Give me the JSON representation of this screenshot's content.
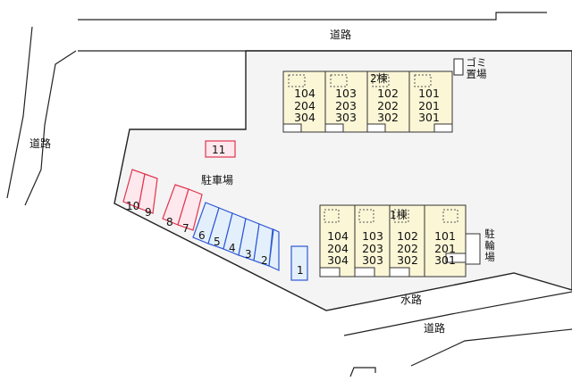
{
  "labels": {
    "road_top": "道路",
    "road_left": "道路",
    "road_bottom": "道路",
    "waterway": "水路",
    "parking_lot": "駐車場",
    "trash_area": "ゴミ置場",
    "bike_parking": "駐輪場"
  },
  "building_2": {
    "name": "2棟",
    "units": [
      {
        "top": "104",
        "mid": "204",
        "bot": "304"
      },
      {
        "top": "103",
        "mid": "203",
        "bot": "303"
      },
      {
        "top": "102",
        "mid": "202",
        "bot": "302"
      },
      {
        "top": "101",
        "mid": "201",
        "bot": "301"
      }
    ]
  },
  "building_1": {
    "name": "1棟",
    "units": [
      {
        "top": "104",
        "mid": "204",
        "bot": "304"
      },
      {
        "top": "103",
        "mid": "203",
        "bot": "303"
      },
      {
        "top": "102",
        "mid": "202",
        "bot": "302"
      },
      {
        "top": "101",
        "mid": "201",
        "bot": "301"
      }
    ]
  },
  "parking": {
    "spaces": [
      "1",
      "2",
      "3",
      "4",
      "5",
      "6",
      "7",
      "8",
      "9",
      "10",
      "11"
    ],
    "colors": {
      "blue": "#2f57d6",
      "blue_fill": "#e3f0fb",
      "red": "#e0344e",
      "red_fill": "#fde8ee"
    }
  },
  "colors": {
    "lot": "#f4f4f4",
    "building": "#fbf6d6",
    "line": "#222222"
  }
}
